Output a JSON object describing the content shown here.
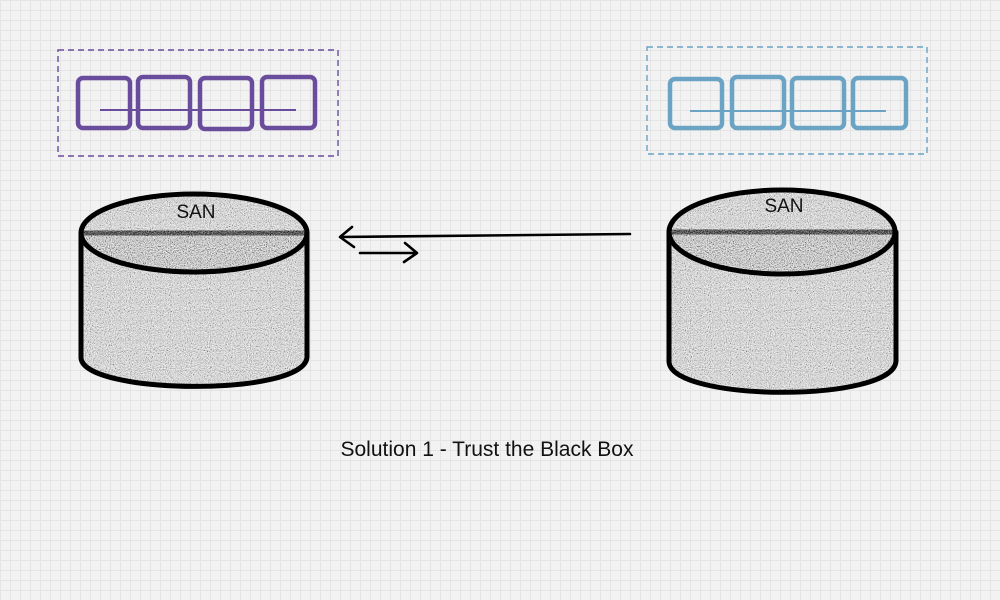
{
  "colors": {
    "left_group": "#6a4c9c",
    "right_group": "#6ba3c4",
    "cylinder_stroke": "#000000",
    "cylinder_fill": "#8f8f8f",
    "arrow": "#000000"
  },
  "left_san": {
    "label": "SAN",
    "disk_count": 4
  },
  "right_san": {
    "label": "SAN",
    "disk_count": 4
  },
  "caption": "Solution 1 - Trust the Black Box"
}
